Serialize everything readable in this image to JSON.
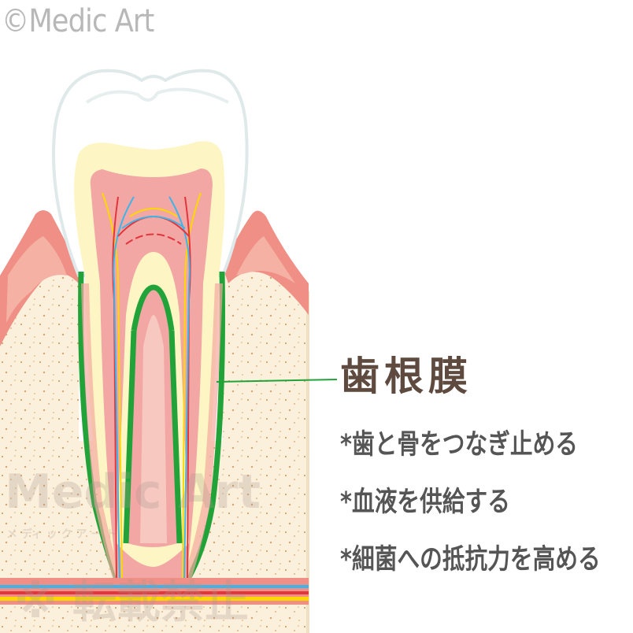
{
  "copyright": "©Medic Art",
  "label": {
    "title": "歯根膜",
    "bullets": [
      "*歯と骨をつなぎ止める",
      "*血液を供給する",
      "*細菌への抵抗力を高める"
    ]
  },
  "watermark": {
    "brand": "Medic Art",
    "kana": "メ ディ ッ ク ア ー ト",
    "notice": "※ 転載禁止"
  },
  "colors": {
    "enamel": "#ffffff",
    "enamel_outline": "#dfe9ea",
    "dentin": "#fdf6c4",
    "pulp": "#f2a7a5",
    "gum": "#ef8f86",
    "bone": "#fbf0dc",
    "ligament": "#22a33a",
    "title": "#5e4a3e",
    "bullet_text": "#555555",
    "artery": "#e2353c",
    "vein": "#3db5e8",
    "nerve": "#fdd800"
  }
}
